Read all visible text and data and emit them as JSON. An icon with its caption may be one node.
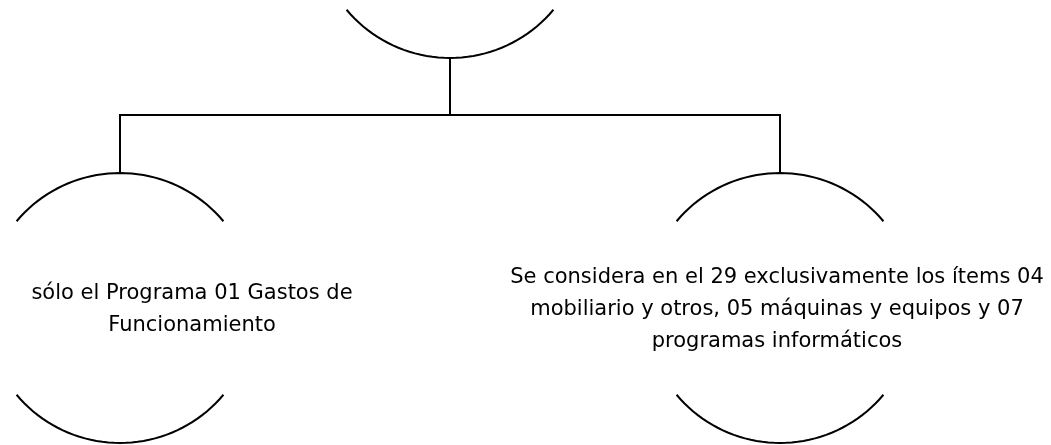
{
  "diagram": {
    "nodes": [
      {
        "text": [],
        "shape": "circle"
      },
      {
        "text": [
          "sólo el Programa 01 Gastos de Funcionamiento"
        ]
      },
      {
        "text": [
          "Se considera en el 29 exclusivamente los ítems 04 mobiliario y otros, 05 máquinas y equipos y 07 programas informáticos"
        ]
      }
    ],
    "edges": [
      {
        "from": 0,
        "to": 1,
        "arrow": "none"
      },
      {
        "from": 0,
        "to": 2,
        "arrow": "none"
      }
    ]
  }
}
